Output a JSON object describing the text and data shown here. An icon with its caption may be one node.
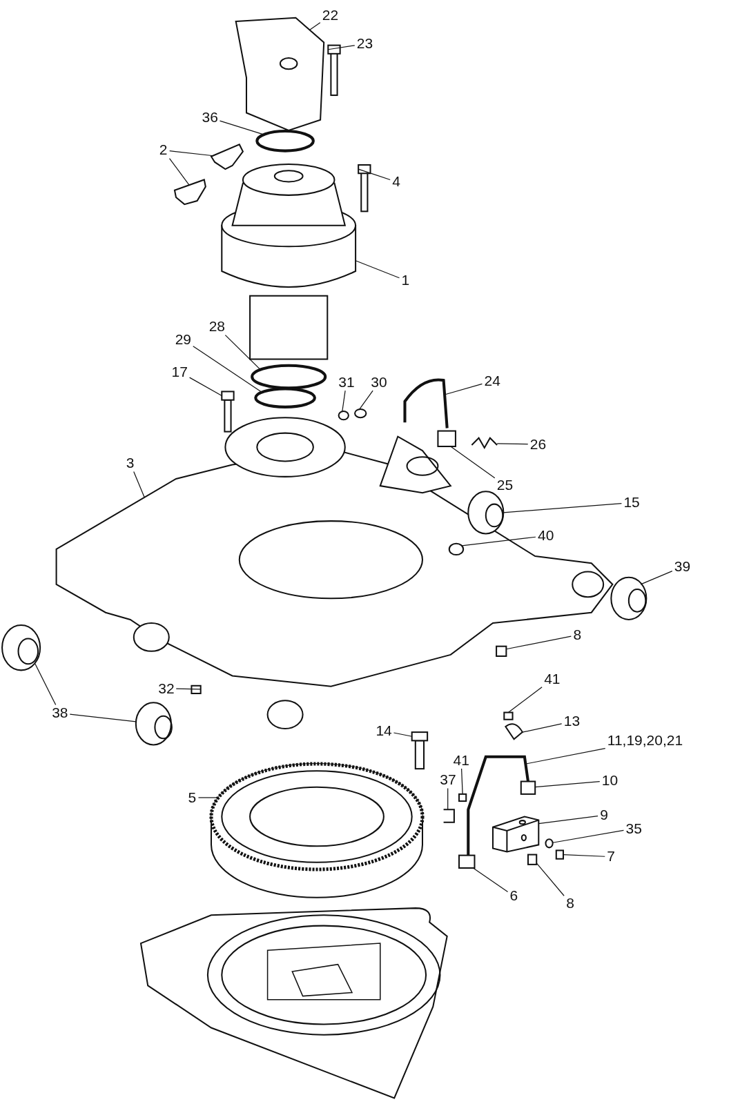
{
  "diagram": {
    "nodes": [
      {
        "text": [
          "22"
        ]
      },
      {
        "text": [
          "23"
        ]
      },
      {
        "text": [
          "36"
        ]
      },
      {
        "text": [
          "2"
        ]
      },
      {
        "text": [
          "4"
        ]
      },
      {
        "text": [
          "1"
        ]
      },
      {
        "text": [
          "28"
        ]
      },
      {
        "text": [
          "29"
        ]
      },
      {
        "text": [
          "17"
        ]
      },
      {
        "text": [
          "31"
        ]
      },
      {
        "text": [
          "30"
        ]
      },
      {
        "text": [
          "24"
        ]
      },
      {
        "text": [
          "26"
        ]
      },
      {
        "text": [
          "3"
        ]
      },
      {
        "text": [
          "25"
        ]
      },
      {
        "text": [
          "15"
        ]
      },
      {
        "text": [
          "40"
        ]
      },
      {
        "text": [
          "39"
        ]
      },
      {
        "text": [
          "8"
        ]
      },
      {
        "text": [
          "32"
        ]
      },
      {
        "text": [
          "38"
        ]
      },
      {
        "text": [
          "41"
        ]
      },
      {
        "text": [
          "13"
        ]
      },
      {
        "text": [
          "11,19,20,21"
        ]
      },
      {
        "text": [
          "14"
        ]
      },
      {
        "text": [
          "41"
        ]
      },
      {
        "text": [
          "37"
        ]
      },
      {
        "text": [
          "10"
        ]
      },
      {
        "text": [
          "5"
        ]
      },
      {
        "text": [
          "9"
        ]
      },
      {
        "text": [
          "35"
        ]
      },
      {
        "text": [
          "7"
        ]
      },
      {
        "text": [
          "6"
        ]
      },
      {
        "text": [
          "8"
        ]
      },
      {
        "text": [],
        "shape": "picture"
      },
      {
        "text": [],
        "shape": "picture"
      },
      {
        "text": [],
        "shape": "circle"
      },
      {
        "text": [],
        "shape": "picture"
      },
      {
        "text": [],
        "shape": "picture"
      },
      {
        "text": [],
        "shape": "picture"
      },
      {
        "text": [],
        "shape": "picture"
      },
      {
        "text": [],
        "shape": "circle"
      },
      {
        "text": [],
        "shape": "circle"
      },
      {
        "text": [],
        "shape": "picture"
      },
      {
        "text": [],
        "shape": "circle"
      },
      {
        "text": [],
        "shape": "circle"
      },
      {
        "text": [],
        "shape": "picture"
      },
      {
        "text": [],
        "shape": "picture"
      },
      {
        "text": [],
        "shape": "picture"
      },
      {
        "text": [],
        "shape": "box"
      },
      {
        "text": [],
        "shape": "picture"
      },
      {
        "text": [],
        "shape": "circle",
        "in": 48
      },
      {
        "text": [],
        "shape": "picture"
      },
      {
        "text": [],
        "shape": "box"
      },
      {
        "text": [],
        "shape": "box"
      },
      {
        "text": [],
        "shape": "picture"
      },
      {
        "text": [],
        "shape": "picture"
      },
      {
        "text": [],
        "shape": "box"
      },
      {
        "text": [],
        "shape": "picture"
      },
      {
        "text": [],
        "shape": "picture"
      },
      {
        "text": [],
        "shape": "picture"
      },
      {
        "text": [],
        "shape": "box"
      },
      {
        "text": [],
        "shape": "picture"
      },
      {
        "text": [],
        "shape": "box"
      },
      {
        "text": [],
        "shape": "picture"
      },
      {
        "text": [],
        "shape": "picture"
      },
      {
        "text": [],
        "shape": "circle"
      },
      {
        "text": [],
        "shape": "box"
      },
      {
        "text": [],
        "shape": "box"
      },
      {
        "text": [],
        "shape": "box"
      }
    ],
    "edges": [
      {
        "from": 0,
        "to": 34,
        "arrow": "none"
      },
      {
        "from": 1,
        "to": 35,
        "arrow": "none"
      },
      {
        "from": 2,
        "to": 36,
        "arrow": "none"
      },
      {
        "from": 3,
        "to": 37,
        "arrow": "none"
      },
      {
        "from": 3,
        "to": 38,
        "arrow": "none"
      },
      {
        "from": 4,
        "to": 39,
        "arrow": "none"
      },
      {
        "from": 5,
        "to": 40,
        "arrow": "none"
      },
      {
        "from": 6,
        "to": 41,
        "arrow": "none"
      },
      {
        "from": 7,
        "to": 42,
        "arrow": "none"
      },
      {
        "from": 8,
        "to": 43,
        "arrow": "none"
      },
      {
        "from": 9,
        "to": 44,
        "arrow": "none"
      },
      {
        "from": 10,
        "to": 45,
        "arrow": "none"
      },
      {
        "from": 11,
        "to": 46,
        "arrow": "none"
      },
      {
        "from": 12,
        "to": 47,
        "arrow": "none"
      },
      {
        "from": 13,
        "to": 48,
        "arrow": "none"
      },
      {
        "from": 14,
        "to": 49,
        "arrow": "none"
      },
      {
        "from": 15,
        "to": 50,
        "arrow": "none"
      },
      {
        "from": 16,
        "to": 51,
        "arrow": "none"
      },
      {
        "from": 17,
        "to": 52,
        "arrow": "none"
      },
      {
        "from": 18,
        "to": 53,
        "arrow": "none"
      },
      {
        "from": 19,
        "to": 54,
        "arrow": "none"
      },
      {
        "from": 20,
        "to": 55,
        "arrow": "none"
      },
      {
        "from": 20,
        "to": 56,
        "arrow": "none"
      },
      {
        "from": 21,
        "to": 57,
        "arrow": "none"
      },
      {
        "from": 22,
        "to": 58,
        "arrow": "none"
      },
      {
        "from": 23,
        "to": 59,
        "arrow": "none"
      },
      {
        "from": 24,
        "to": 60,
        "arrow": "none"
      },
      {
        "from": 25,
        "to": 61,
        "arrow": "none"
      },
      {
        "from": 26,
        "to": 62,
        "arrow": "none"
      },
      {
        "from": 27,
        "to": 63,
        "arrow": "none"
      },
      {
        "from": 28,
        "to": 64,
        "arrow": "none"
      },
      {
        "from": 29,
        "to": 65,
        "arrow": "none"
      },
      {
        "from": 30,
        "to": 66,
        "arrow": "none"
      },
      {
        "from": 31,
        "to": 67,
        "arrow": "none"
      },
      {
        "from": 32,
        "to": 68,
        "arrow": "none"
      },
      {
        "from": 33,
        "to": 69,
        "arrow": "none"
      }
    ]
  }
}
